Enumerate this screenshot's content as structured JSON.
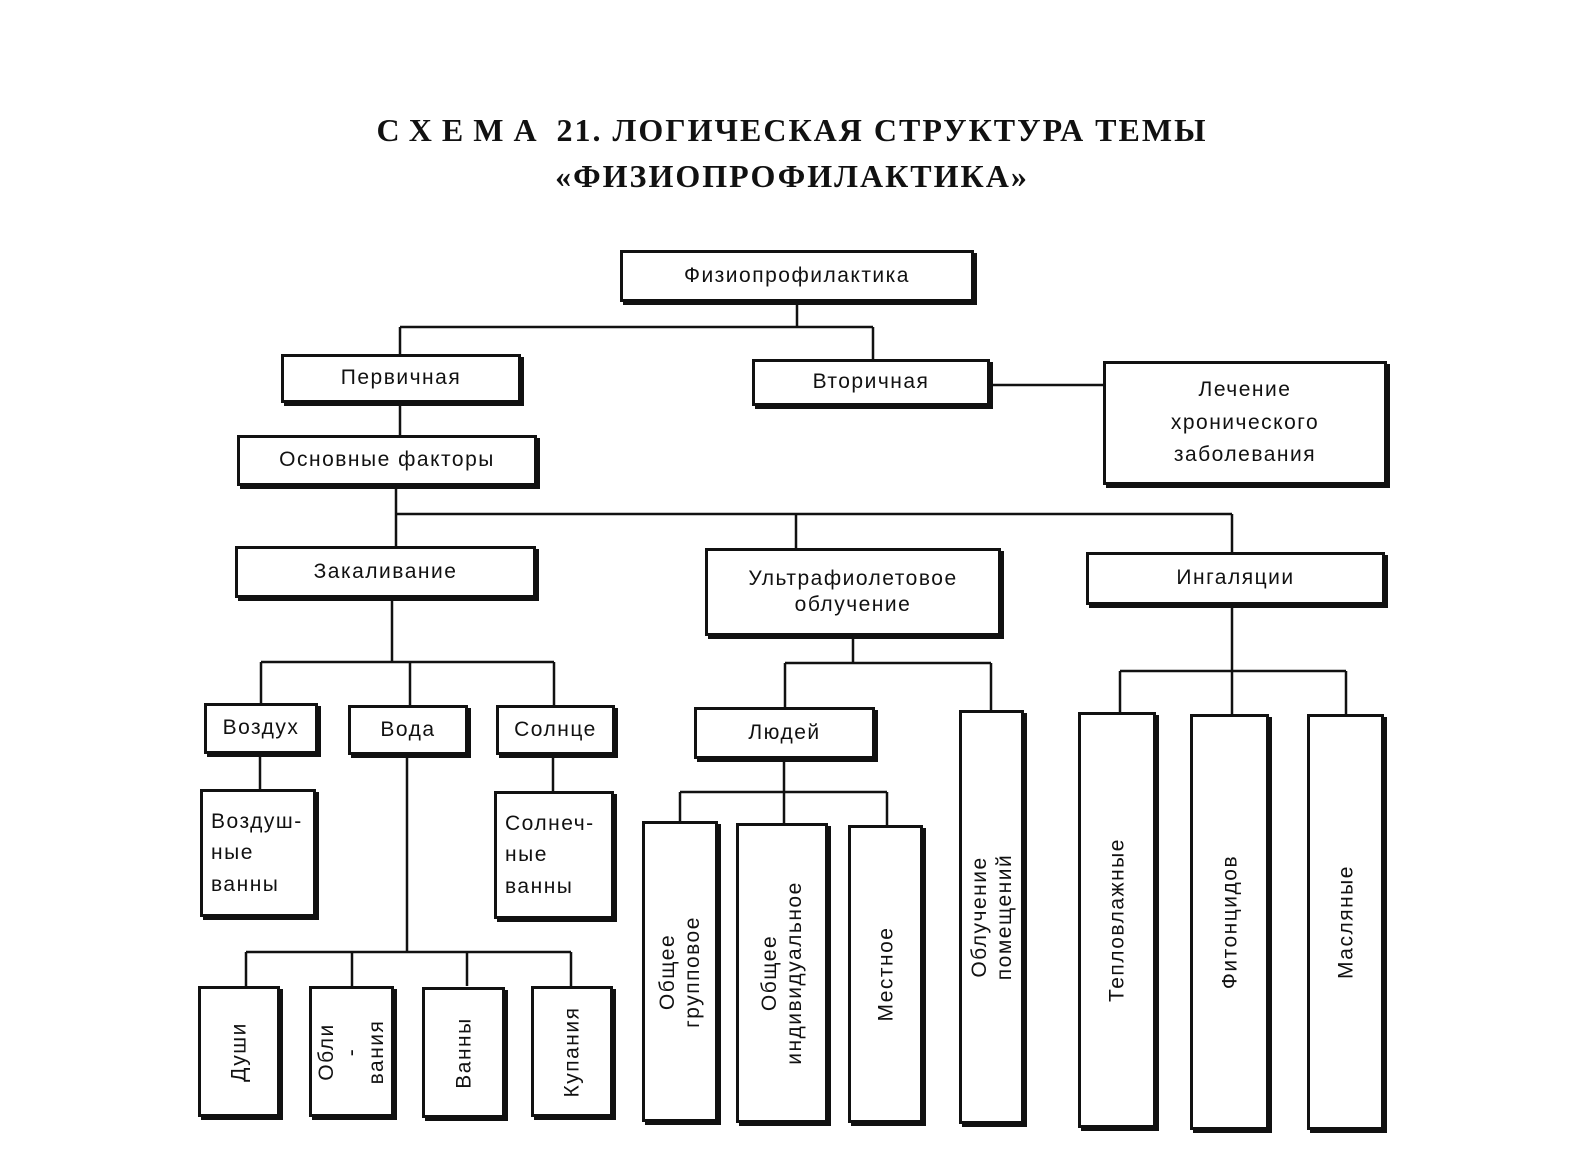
{
  "title": {
    "line1_prefix": "СХЕМА",
    "line1_rest": "21. ЛОГИЧЕСКАЯ СТРУКТУРА ТЕМЫ",
    "line2": "«ФИЗИОПРОФИЛАКТИКА»"
  },
  "nodes": {
    "root": "Физиопрофилактика",
    "primary": "Первичная",
    "secondary": "Вторичная",
    "chronic": "Лечение\nхронического\nзаболевания",
    "main_factors": "Основные факторы",
    "hardening": "Закаливание",
    "uv": "Ультрафиолетовое\nоблучение",
    "inhalations": "Ингаляции",
    "air": "Воздух",
    "water": "Вода",
    "sun": "Солнце",
    "air_baths": "Воздуш-\nные\nванны",
    "sun_baths": "Солнеч-\nные\nванны",
    "showers": "Души",
    "douses": "Обли -\nвания",
    "baths": "Ванны",
    "bathing": "Купания",
    "people": "Людей",
    "general_group": "Общее групповое",
    "general_individual": "Общее\nиндивидуальное",
    "local": "Местное",
    "room_irradiation": "Облучение помещений",
    "heat_moist": "Тепловлажные",
    "phytoncides": "Фитонцидов",
    "oil": "Масляные"
  }
}
